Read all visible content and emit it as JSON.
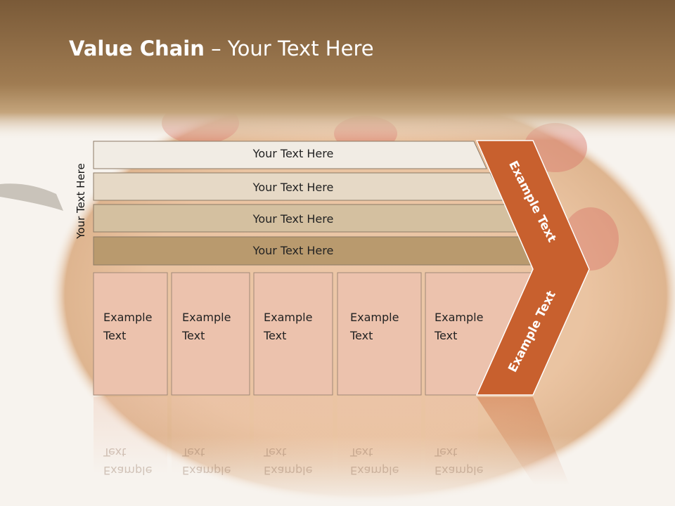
{
  "slide": {
    "title_bold": "Value Chain",
    "title_rest": " – Your Text Here",
    "side_label": "Your Text Here",
    "rows": [
      "Your Text Here",
      "Your Text Here",
      "Your Text Here",
      "Your Text Here"
    ],
    "cells": [
      {
        "line1": "Example",
        "line2": "Text"
      },
      {
        "line1": "Example",
        "line2": "Text"
      },
      {
        "line1": "Example",
        "line2": "Text"
      },
      {
        "line1": "Example",
        "line2": "Text"
      },
      {
        "line1": "Example",
        "line2": "Text"
      }
    ],
    "chevron_top": "Example Text",
    "chevron_bottom": "Example Text"
  },
  "colors": {
    "header_band": "#8e6a40",
    "row1": "#f1ece4",
    "row2": "#e6d9c6",
    "row3": "#d4c0a0",
    "row4": "#b99a6e",
    "cell": "#ecc2ad",
    "chevron": "#c8602e"
  }
}
